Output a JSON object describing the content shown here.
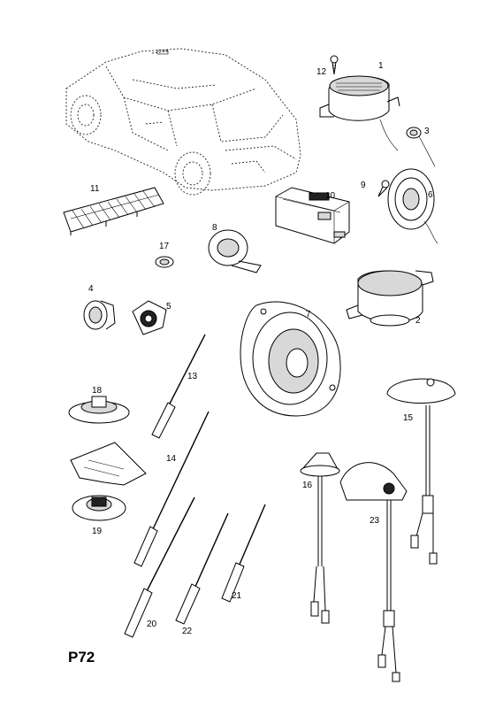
{
  "page_code": "P72",
  "callouts": {
    "c1": "1",
    "c2": "2",
    "c3": "3",
    "c4": "4",
    "c5": "5",
    "c6": "6",
    "c7": "7",
    "c8": "8",
    "c9": "9",
    "c10": "10",
    "c11": "11",
    "c12": "12",
    "c13": "13",
    "c14": "14",
    "c15": "15",
    "c16": "16",
    "c17": "17",
    "c18": "18",
    "c19": "19",
    "c20": "20",
    "c21": "21",
    "c22": "22",
    "c23": "23"
  }
}
